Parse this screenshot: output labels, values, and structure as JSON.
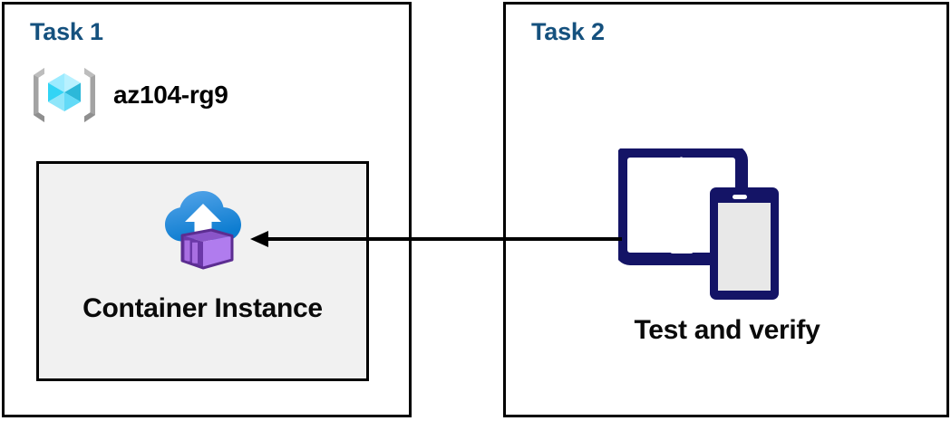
{
  "colors": {
    "panel_border": "#000000",
    "task_title": "#15517E",
    "card_background": "#F1F1F1",
    "device_navy": "#141466",
    "device_screen": "#E8E8E8",
    "arrow": "#000000",
    "rg_bracket": "#A3A3A3",
    "rg_cube_light": "#9CEBFF",
    "rg_cube_mid": "#32D4F5",
    "rg_cube_dark": "#199FC4",
    "cloud_light": "#50A0E6",
    "cloud_dark": "#0F7DD1",
    "container_light": "#B57DEE",
    "container_mid": "#9A63D6",
    "container_dark": "#5C2D91"
  },
  "panels": [
    {
      "id": "task1",
      "title": "Task 1",
      "resource_group": {
        "icon": "azure-resource-group-icon",
        "label": "az104-rg9"
      },
      "card": {
        "icon": "azure-container-instance-icon",
        "label": "Container Instance"
      }
    },
    {
      "id": "task2",
      "title": "Task 2",
      "devices": {
        "icon": "tablet-and-phone-devices-icon",
        "label": "Test and verify"
      }
    }
  ],
  "connector": {
    "name": "arrow-task2-to-container-instance",
    "direction": "right-to-left",
    "from": "Test and verify",
    "to": "Container Instance"
  }
}
